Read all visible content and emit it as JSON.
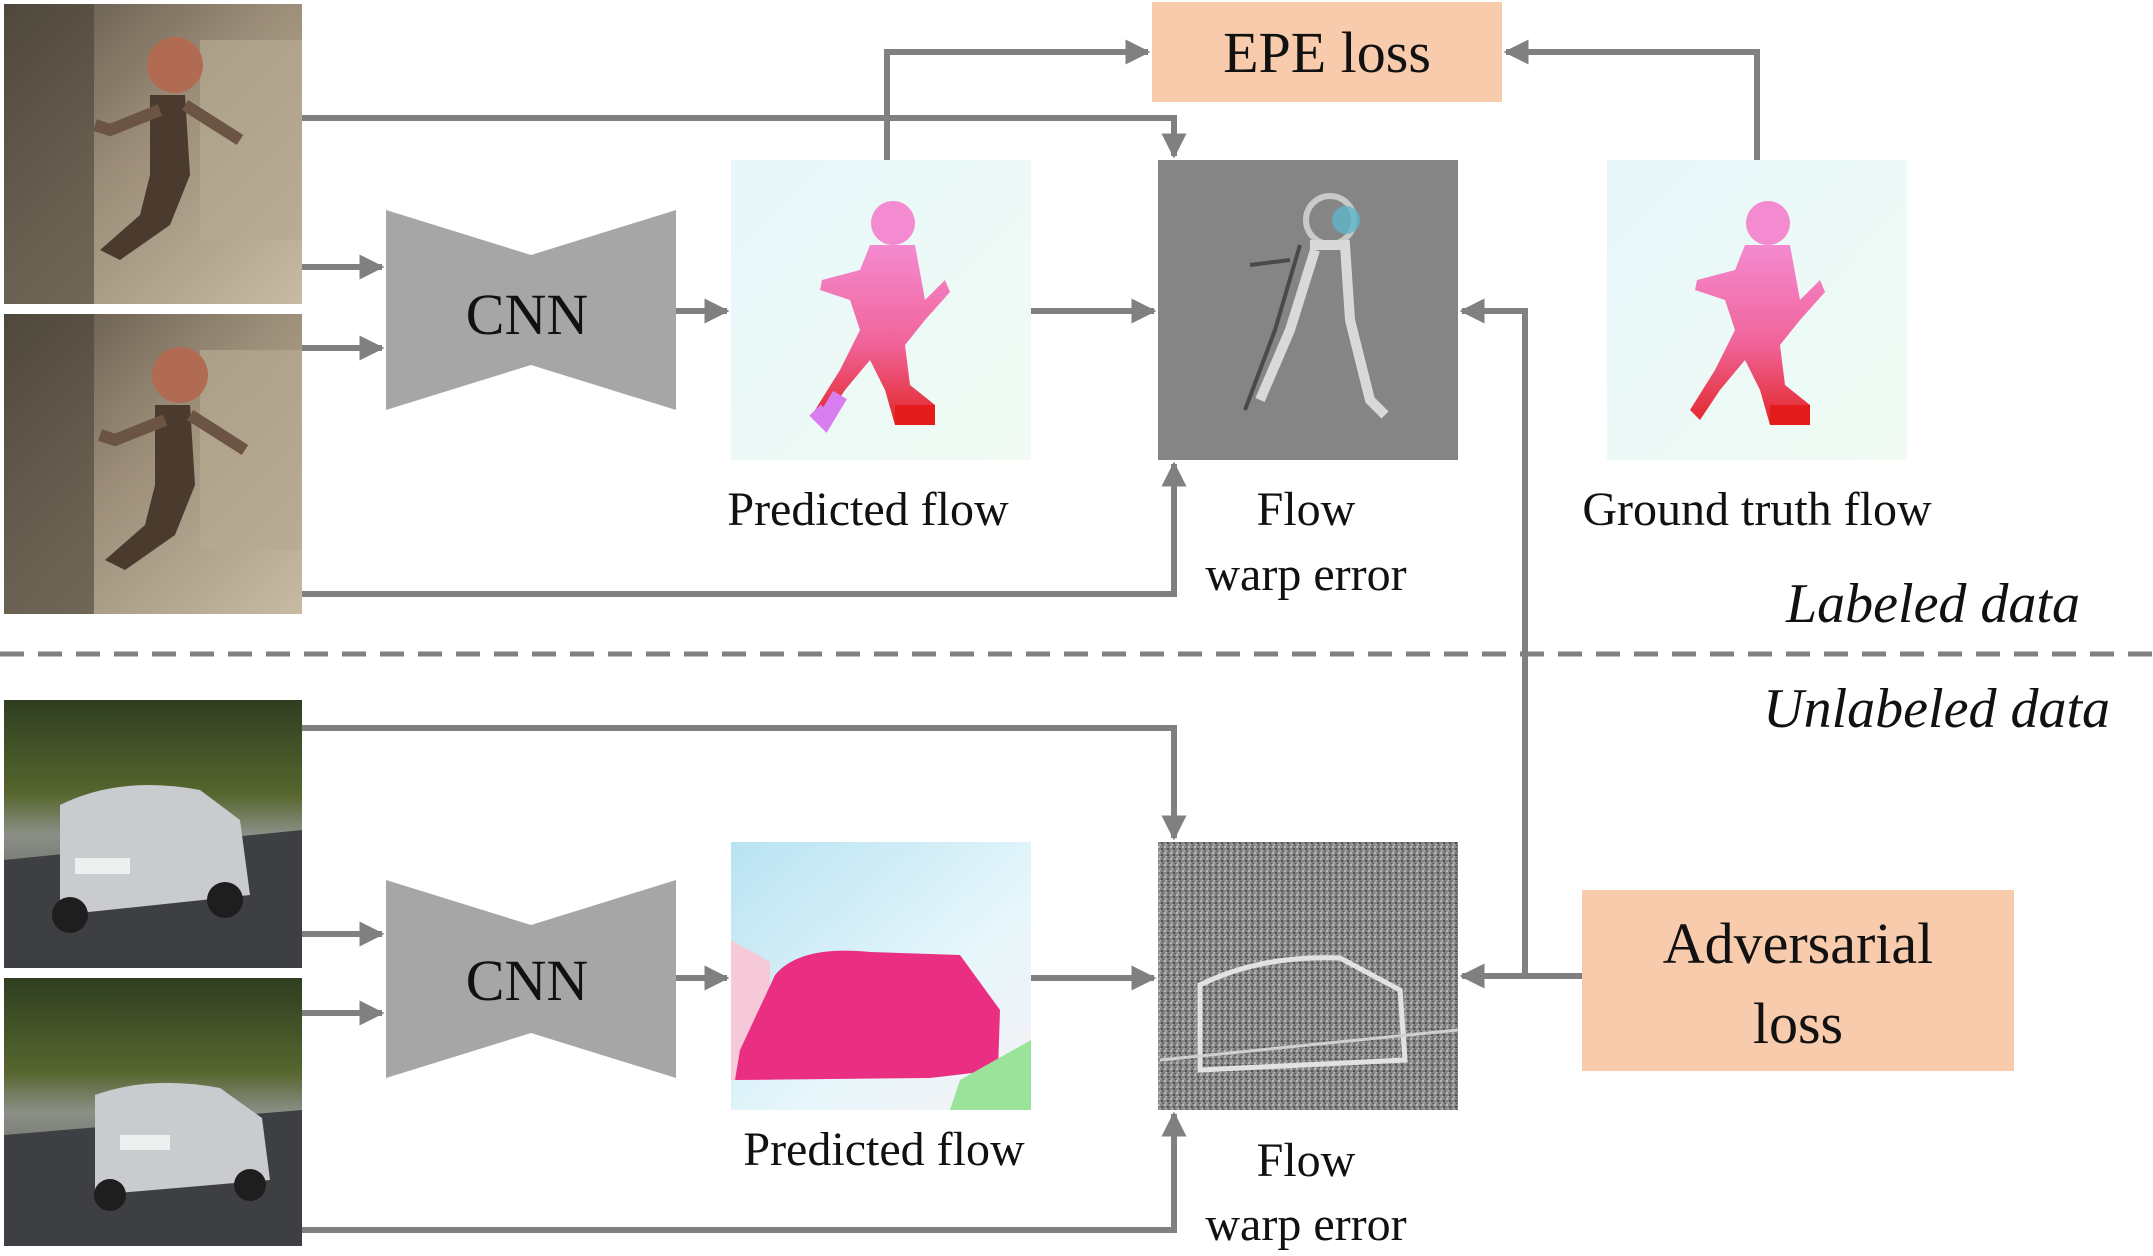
{
  "top": {
    "cnn_label": "CNN",
    "predicted_flow_label": "Predicted flow",
    "warp_error_line1": "Flow",
    "warp_error_line2": "warp error",
    "ground_truth_label": "Ground truth flow",
    "loss_label": "EPE loss",
    "section_label": "Labeled data"
  },
  "bottom": {
    "cnn_label": "CNN",
    "predicted_flow_label": "Predicted flow",
    "warp_error_line1": "Flow",
    "warp_error_line2": "warp error",
    "section_label": "Unlabeled data",
    "loss_line1": "Adversarial",
    "loss_line2": "loss"
  },
  "colors": {
    "arrow": "#808080",
    "cnn": "#a6a6a6",
    "loss_box": "#f8cbad",
    "divider": "#808080"
  }
}
